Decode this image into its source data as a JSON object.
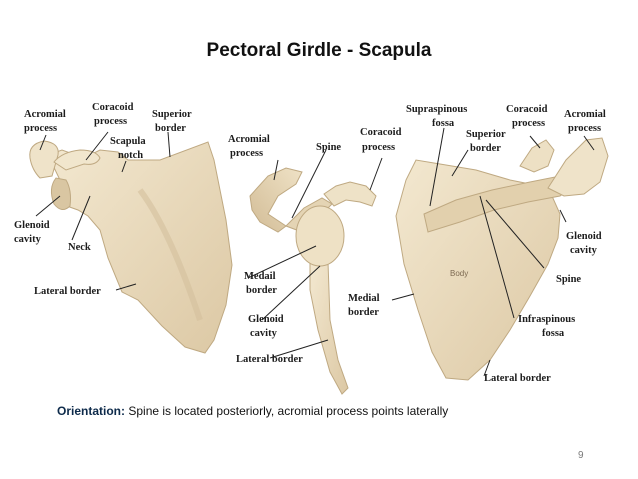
{
  "slide": {
    "title": "Pectoral Girdle - Scapula",
    "orientation_label": "Orientation:",
    "orientation_text": "Spine is located posteriorly, acromial process points laterally",
    "page_number": "9"
  },
  "views": {
    "anterior": {
      "labels": {
        "acromial_process_1": "Acromial",
        "acromial_process_2": "process",
        "coracoid_process_1": "Coracoid",
        "coracoid_process_2": "process",
        "superior_border_1": "Superior",
        "superior_border_2": "border",
        "scapula_notch_1": "Scapula",
        "scapula_notch_2": "notch",
        "glenoid_cavity_1": "Glenoid",
        "glenoid_cavity_2": "cavity",
        "neck": "Neck",
        "lateral_border": "Lateral border"
      }
    },
    "lateral": {
      "labels": {
        "acromial_process_1": "Acromial",
        "acromial_process_2": "process",
        "spine": "Spine",
        "coracoid_process_1": "Coracoid",
        "coracoid_process_2": "process",
        "medial_border_1": "Medail",
        "medial_border_2": "border",
        "glenoid_cavity_1": "Glenoid",
        "glenoid_cavity_2": "cavity",
        "lateral_border": "Lateral border"
      }
    },
    "posterior": {
      "labels": {
        "supraspinous_fossa_1": "Supraspinous",
        "supraspinous_fossa_2": "fossa",
        "coracoid_process_1": "Coracoid",
        "coracoid_process_2": "process",
        "acromial_process_1": "Acromial",
        "acromial_process_2": "process",
        "superior_border_1": "Superior",
        "superior_border_2": "border",
        "body": "Body",
        "glenoid_cavity_1": "Glenoid",
        "glenoid_cavity_2": "cavity",
        "spine": "Spine",
        "medial_border_1": "Medial",
        "medial_border_2": "border",
        "infraspinous_fossa_1": "Infraspinous",
        "infraspinous_fossa_2": "fossa",
        "lateral_border": "Lateral border"
      }
    }
  },
  "colors": {
    "bone_fill": "#ede0c4",
    "bone_shade": "#d6c3a0",
    "bone_outline": "#bfa982",
    "label_text": "#1c1c1c",
    "orientation_label": "#0d2a4a",
    "page_number": "#7a7a7a"
  }
}
